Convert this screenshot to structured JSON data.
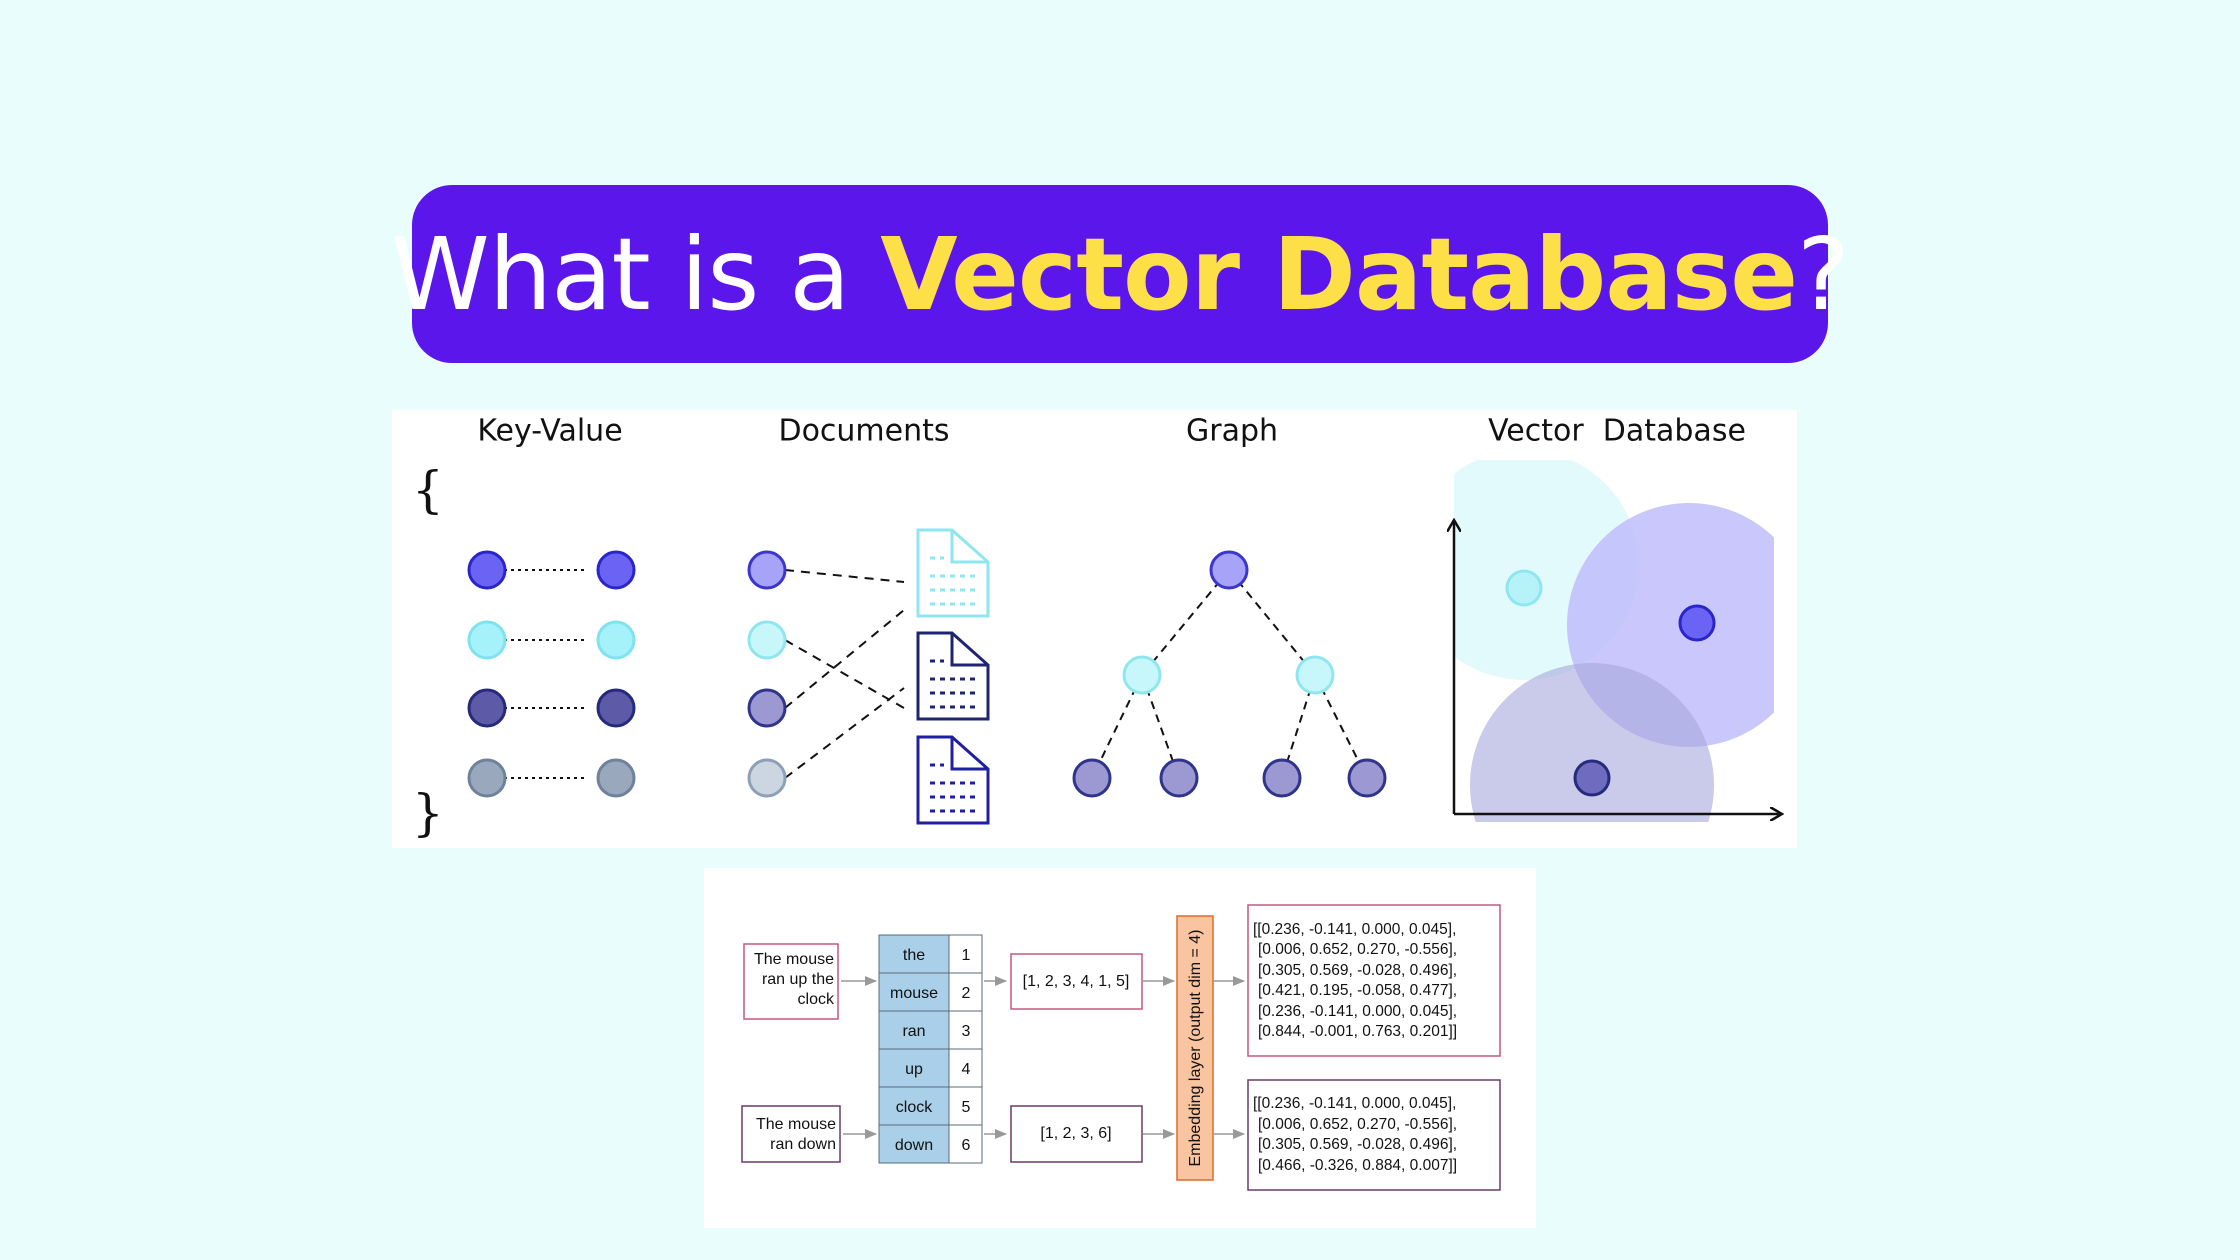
{
  "title": {
    "prefix": "What is a ",
    "highlight": "Vector Database",
    "suffix": "?"
  },
  "database_types": {
    "key_value": "Key-Value",
    "documents": "Documents",
    "graph": "Graph",
    "vector_database": "Vector  Database",
    "open_brace": "{",
    "close_brace": "}"
  },
  "embedding": {
    "sentence_1": [
      "The mouse",
      "ran up the",
      "clock"
    ],
    "sentence_2": [
      "The mouse",
      "ran down"
    ],
    "vocabulary": [
      {
        "word": "the",
        "index": "1"
      },
      {
        "word": "mouse",
        "index": "2"
      },
      {
        "word": "ran",
        "index": "3"
      },
      {
        "word": "up",
        "index": "4"
      },
      {
        "word": "clock",
        "index": "5"
      },
      {
        "word": "down",
        "index": "6"
      }
    ],
    "sequence_1": "[1, 2, 3, 4, 1, 5]",
    "sequence_2": "[1, 2, 3, 6]",
    "layer_label": "Embedding layer (output dim = 4)",
    "vectors_1": [
      "[[0.236, -0.141, 0.000, 0.045],",
      "[0.006, 0.652, 0.270, -0.556],",
      "[0.305, 0.569, -0.028, 0.496],",
      "[0.421, 0.195, -0.058, 0.477],",
      "[0.236, -0.141, 0.000, 0.045],",
      "[0.844, -0.001, 0.763, 0.201]]"
    ],
    "vectors_2": [
      "[[0.236, -0.141, 0.000, 0.045],",
      "[0.006, 0.652, 0.270, -0.556],",
      "[0.305, 0.569, -0.028, 0.496],",
      "[0.466, -0.326, 0.884, 0.007]]"
    ]
  },
  "colors": {
    "banner_bg": "#5b16ec",
    "highlight": "#fde047",
    "page_bg": "#e9fdfd"
  }
}
